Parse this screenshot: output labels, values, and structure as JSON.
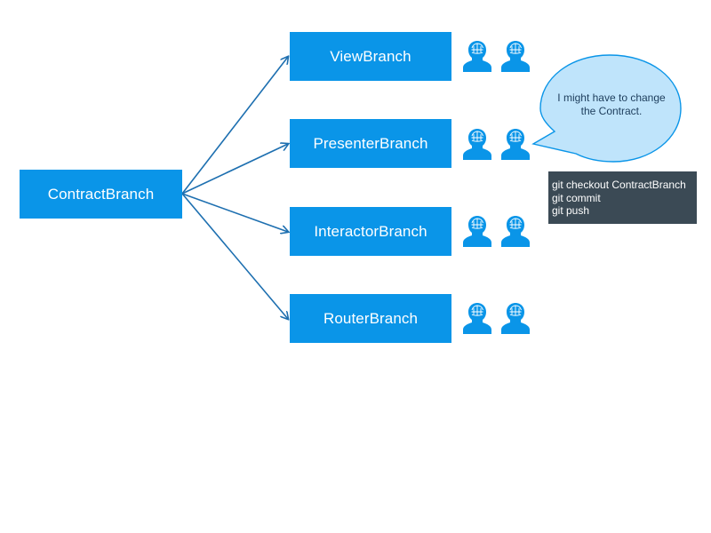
{
  "diagram": {
    "root": {
      "label": "ContractBranch"
    },
    "branches": [
      {
        "label": "ViewBranch"
      },
      {
        "label": "PresenterBranch"
      },
      {
        "label": "InteractorBranch"
      },
      {
        "label": "RouterBranch"
      }
    ],
    "developer_icons_per_branch": 2,
    "icon_name": "developer-head-icon"
  },
  "speech_bubble": {
    "line1": "I might have to change",
    "line2": "the Contract."
  },
  "terminal": {
    "lines": [
      "git checkout ContractBranch",
      "git commit",
      "git push"
    ]
  },
  "colors": {
    "box": "#0a95e8",
    "arrow": "#1d6fb0",
    "bubble_fill": "#bfe4fb",
    "bubble_stroke": "#0a95e8",
    "terminal_bg": "#3b4a55",
    "icon": "#0a95e8"
  }
}
